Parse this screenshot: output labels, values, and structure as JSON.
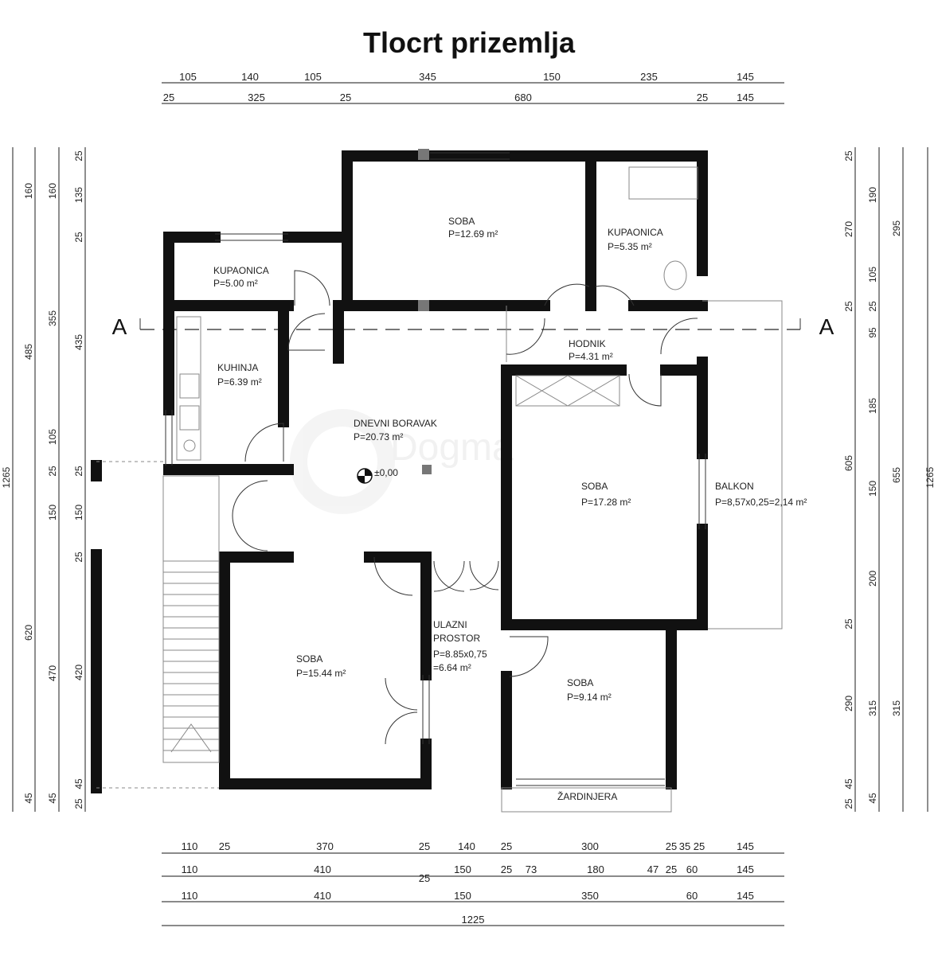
{
  "title": "Tlocrt prizemlja",
  "section_marker": "A",
  "level_mark": "±0,00",
  "watermark": "Dogma",
  "rooms": {
    "kupaonica1": {
      "name": "KUPAONICA",
      "area": "P=5.00 m²"
    },
    "soba_top": {
      "name": "SOBA",
      "area": "P=12.69 m²"
    },
    "kupaonica2": {
      "name": "KUPAONICA",
      "area": "P=5.35 m²"
    },
    "kuhinja": {
      "name": "KUHINJA",
      "area": "P=6.39 m²"
    },
    "hodnik": {
      "name": "HODNIK",
      "area": "P=4.31 m²"
    },
    "boravak": {
      "name": "DNEVNI BORAVAK",
      "area": "P=20.73 m²"
    },
    "soba_right": {
      "name": "SOBA",
      "area": "P=17.28 m²"
    },
    "balkon": {
      "name": "BALKON",
      "area": "P=8,57x0,25=2,14 m²"
    },
    "soba_left": {
      "name": "SOBA",
      "area": "P=15.44 m²"
    },
    "ulazni": {
      "name1": "ULAZNI",
      "name2": "PROSTOR",
      "area1": "P=8.85x0,75",
      "area2": "=6.64 m²"
    },
    "soba_small": {
      "name": "SOBA",
      "area": "P=9.14 m²"
    },
    "zardinjera": {
      "name": "ŽARDINJERA"
    }
  },
  "dims": {
    "top1": [
      "105",
      "140",
      "105",
      "345",
      "150",
      "235",
      "145"
    ],
    "top2": [
      "25",
      "325",
      "25",
      "680",
      "25",
      "145"
    ],
    "bottom1": [
      "110",
      "25",
      "370",
      "25",
      "140",
      "25",
      "300",
      "25",
      "35",
      "25",
      "145"
    ],
    "bottom2": [
      "110",
      "410",
      "150",
      "25",
      "73",
      "180",
      "47",
      "25",
      "60",
      "145"
    ],
    "bottom3": [
      "110",
      "410",
      "25",
      "150",
      "350",
      "60",
      "145"
    ],
    "bottom_total": "1225",
    "left1": [
      "1265"
    ],
    "left2": [
      "160",
      "485",
      "620",
      "45"
    ],
    "left3": [
      "160",
      "355",
      "105",
      "25",
      "150",
      "470",
      "45"
    ],
    "left4": [
      "25",
      "135",
      "25",
      "435",
      "25",
      "150",
      "25",
      "420",
      "45",
      "25"
    ],
    "right1": [
      "25",
      "190",
      "25",
      "95",
      "185",
      "150",
      "200",
      "25",
      "290",
      "45",
      "25"
    ],
    "right2": [
      "270",
      "105",
      "25",
      "605",
      "315",
      "45"
    ],
    "right3": [
      "295",
      "655",
      "315"
    ],
    "right4": [
      "1265"
    ]
  }
}
